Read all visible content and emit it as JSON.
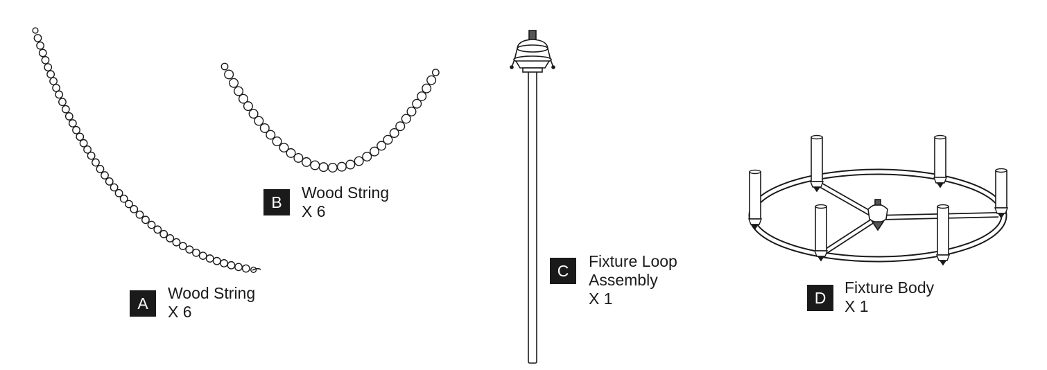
{
  "parts": [
    {
      "id": "A",
      "name_lines": [
        "Wood String"
      ],
      "quantity": "X 6",
      "icon": "bead-chain-icon"
    },
    {
      "id": "B",
      "name_lines": [
        "Wood String"
      ],
      "quantity": "X 6",
      "icon": "bead-chain-icon"
    },
    {
      "id": "C",
      "name_lines": [
        "Fixture Loop",
        "Assembly"
      ],
      "quantity": "X 1",
      "icon": "loop-rod-icon"
    },
    {
      "id": "D",
      "name_lines": [
        "Fixture Body"
      ],
      "quantity": "X 1",
      "icon": "chandelier-frame-icon"
    }
  ],
  "colors": {
    "ink": "#1a1a1a",
    "background": "#ffffff"
  }
}
